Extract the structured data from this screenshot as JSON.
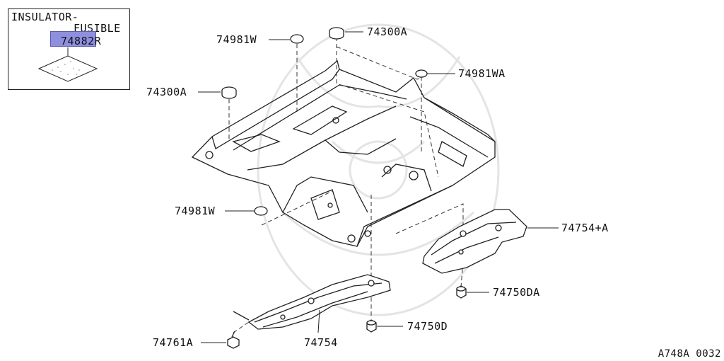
{
  "inset": {
    "title_line1": "INSULATOR-",
    "title_line2": "FUSIBLE",
    "part": "74882R",
    "highlight_color": "#8f8fe0"
  },
  "callouts": {
    "c1": "74981W",
    "c2": "74300A",
    "c3": "74981WA",
    "c4": "74300A",
    "c5": "74981W",
    "c6": "74754+A",
    "c7": "74750DA",
    "c8": "74750D",
    "c9": "74761A",
    "c10": "74754"
  },
  "reference": "A748A 0032"
}
